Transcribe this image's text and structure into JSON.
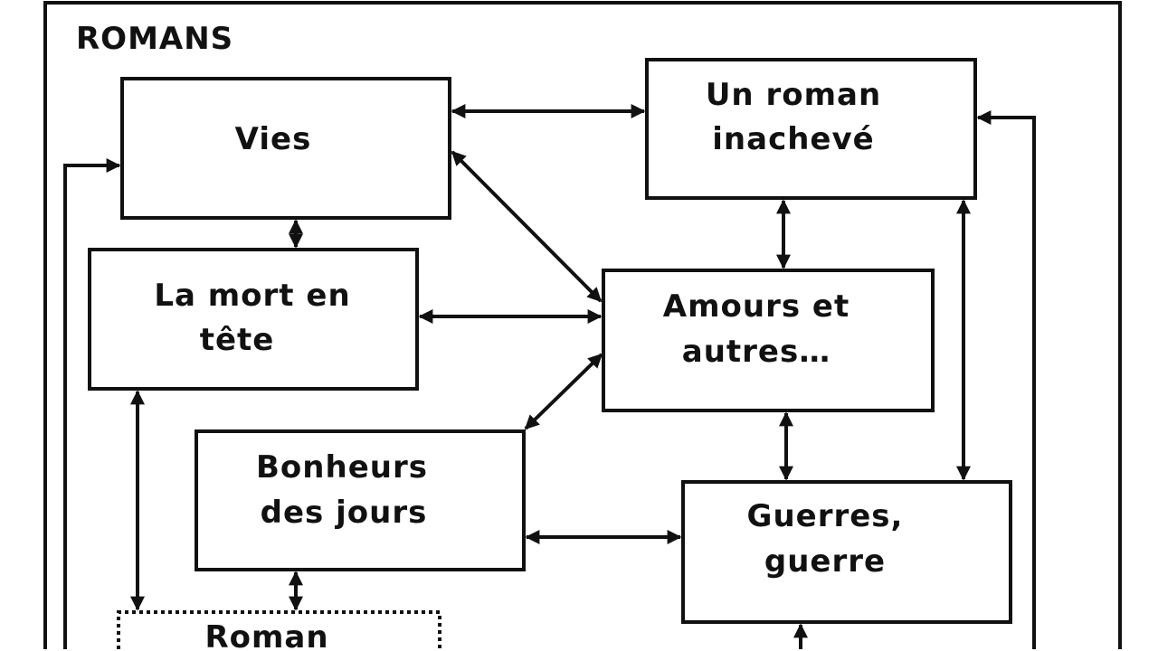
{
  "diagram": {
    "section_title": "ROMANS",
    "nodes": [
      {
        "id": "vies",
        "lines": [
          "Vies"
        ]
      },
      {
        "id": "un-roman-inacheve",
        "lines": [
          "Un roman",
          "inachevé"
        ]
      },
      {
        "id": "la-mort-en-tete",
        "lines": [
          "La mort en",
          "tête"
        ]
      },
      {
        "id": "amours-et-autres",
        "lines": [
          "Amours et",
          "autres…"
        ]
      },
      {
        "id": "bonheurs-des-jours",
        "lines": [
          "Bonheurs",
          "des jours"
        ]
      },
      {
        "id": "guerres-guerre",
        "lines": [
          "Guerres,",
          "guerre"
        ]
      },
      {
        "id": "roman",
        "lines": [
          "Roman"
        ],
        "style": "dotted"
      }
    ],
    "edges": [
      [
        "vies",
        "un-roman-inacheve"
      ],
      [
        "vies",
        "amours-et-autres"
      ],
      [
        "vies",
        "la-mort-en-tete"
      ],
      [
        "un-roman-inacheve",
        "amours-et-autres"
      ],
      [
        "un-roman-inacheve",
        "guerres-guerre"
      ],
      [
        "la-mort-en-tete",
        "amours-et-autres"
      ],
      [
        "la-mort-en-tete",
        "roman"
      ],
      [
        "bonheurs-des-jours",
        "amours-et-autres"
      ],
      [
        "amours-et-autres",
        "guerres-guerre"
      ],
      [
        "bonheurs-des-jours",
        "guerres-guerre"
      ],
      [
        "bonheurs-des-jours",
        "roman"
      ]
    ]
  }
}
